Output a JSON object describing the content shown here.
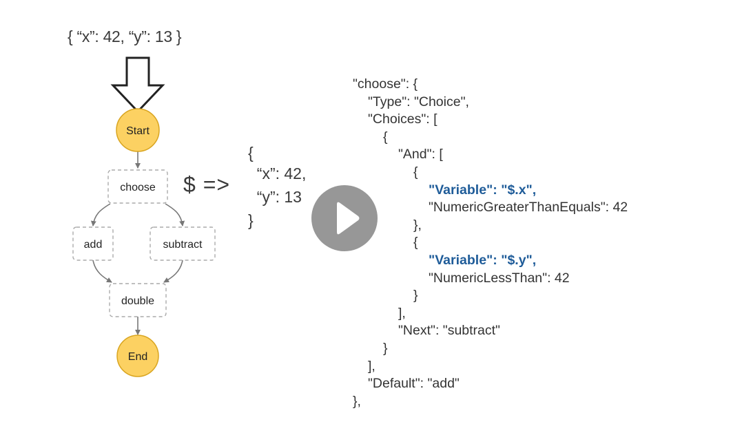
{
  "input_json": "{ “x”: 42, “y”: 13 }",
  "state_arrow": "$ =>",
  "state_json": [
    "{",
    "  “x”: 42,",
    "  “y”: 13",
    "}"
  ],
  "nodes": {
    "start": "Start",
    "choose": "choose",
    "add": "add",
    "subtract": "subtract",
    "double": "double",
    "end": "End"
  },
  "code_lines": [
    {
      "text": "\"choose\": {",
      "indent": 0
    },
    {
      "text": "\"Type\": \"Choice\",",
      "indent": 1
    },
    {
      "text": "\"Choices\": [",
      "indent": 1
    },
    {
      "text": "{",
      "indent": 2
    },
    {
      "text": "\"And\": [",
      "indent": 3
    },
    {
      "text": "{",
      "indent": 4
    },
    {
      "text": "\"Variable\": \"$.x\",",
      "indent": 5,
      "highlight": true
    },
    {
      "text": "\"NumericGreaterThanEquals\": 42",
      "indent": 5
    },
    {
      "text": "},",
      "indent": 4
    },
    {
      "text": "{",
      "indent": 4
    },
    {
      "text": "\"Variable\": \"$.y\",",
      "indent": 5,
      "highlight": true
    },
    {
      "text": "\"NumericLessThan\": 42",
      "indent": 5
    },
    {
      "text": "}",
      "indent": 4
    },
    {
      "text": "],",
      "indent": 3
    },
    {
      "text": "\"Next\": \"subtract\"",
      "indent": 3
    },
    {
      "text": "}",
      "indent": 2
    },
    {
      "text": "],",
      "indent": 1
    },
    {
      "text": "\"Default\": \"add\"",
      "indent": 1
    },
    {
      "text": "},",
      "indent": 0
    }
  ],
  "colors": {
    "node_fill": "#fcd162",
    "node_stroke": "#d9a520",
    "highlight": "#1f5c99",
    "play_overlay": "#808080"
  },
  "icons": {
    "input_arrow": "down-arrow-outline-icon",
    "play": "play-icon"
  }
}
